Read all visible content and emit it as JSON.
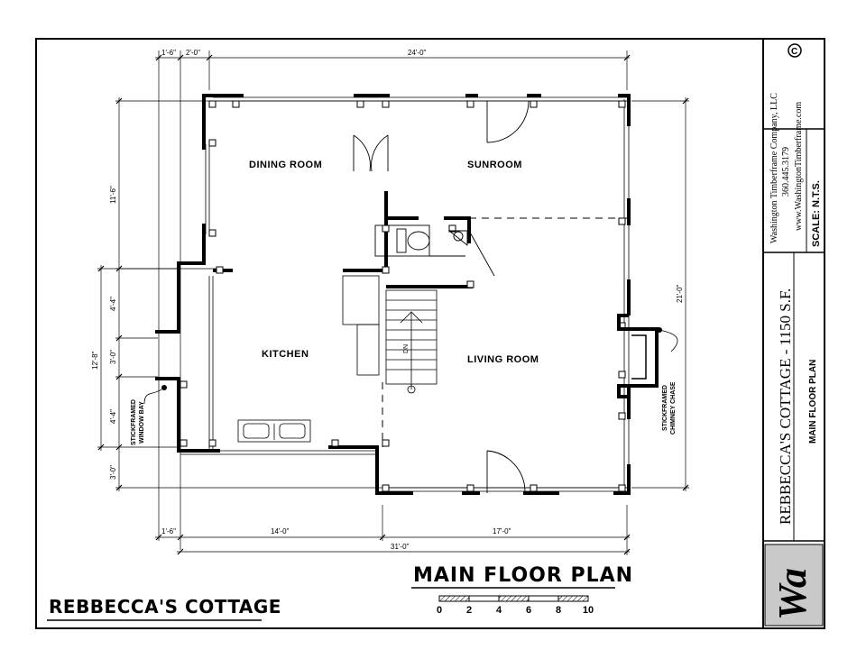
{
  "sheet": {
    "project_title": "REBBECCA'S COTTAGE",
    "plan_title": "MAIN FLOOR PLAN",
    "scale_ticks": [
      "0",
      "2",
      "4",
      "6",
      "8",
      "10"
    ]
  },
  "rooms": {
    "dining": "DINING ROOM",
    "sunroom": "SUNROOM",
    "kitchen": "KITCHEN",
    "living": "LIVING ROOM"
  },
  "notes": {
    "window_bay_1": "STICKFRAMED",
    "window_bay_2": "WINDOW BAY",
    "chimney_1": "STICKFRAMED",
    "chimney_2": "CHIMNEY CHASE",
    "stair_dn": "DN"
  },
  "dimensions": {
    "top_a": "1'-6\"",
    "top_b": "2'-0\"",
    "top_c": "24'-0\"",
    "bottom_a": "1'-6\"",
    "bottom_b": "14'-0\"",
    "bottom_c": "17'-0\"",
    "overall": "31'-0\"",
    "left_1": "11'-6\"",
    "left_2": "4'-4\"",
    "left_3": "3'-0\"",
    "left_4": "4'-4\"",
    "left_5": "3'-0\"",
    "left_span": "12'-8\"",
    "right": "21'-0\""
  },
  "title_block": {
    "company": "Washington Timberframe Company, LLC",
    "phone": "360.445.3179",
    "website": "www.WashingtonTimberframe.com",
    "copyright": "C",
    "scale_label": "SCALE: N.T.S.",
    "sheet_title": "REBBECCA'S COTTAGE - 1150 S.F.",
    "sheet_subtitle": "MAIN FLOOR PLAN",
    "logo": "Wa"
  }
}
